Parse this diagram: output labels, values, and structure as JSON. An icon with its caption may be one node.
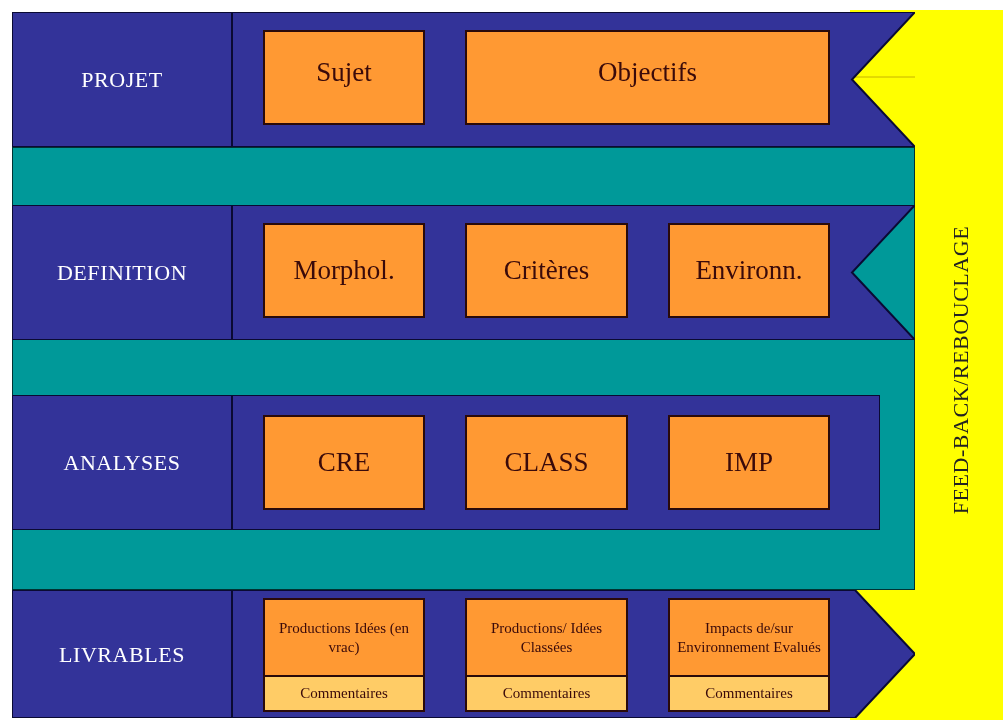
{
  "diagram": {
    "nodes": [
      {
        "text": [
          "PROJET"
        ]
      },
      {
        "text": [
          "Sujet"
        ],
        "in": 0
      },
      {
        "text": [
          "Objectifs"
        ],
        "in": 0
      },
      {
        "text": [
          "DEFINITION"
        ]
      },
      {
        "text": [
          "Morphol."
        ],
        "in": 3
      },
      {
        "text": [
          "Critères"
        ],
        "in": 3
      },
      {
        "text": [
          "Environn."
        ],
        "in": 3
      },
      {
        "text": [
          "ANALYSES"
        ]
      },
      {
        "text": [
          "CRE"
        ],
        "in": 7
      },
      {
        "text": [
          "CLASS"
        ],
        "in": 7
      },
      {
        "text": [
          "IMP"
        ],
        "in": 7
      },
      {
        "text": [
          "LIVRABLES"
        ]
      },
      {
        "text": [
          "Productions Idées (en vrac)",
          "Commentaires"
        ],
        "in": 11
      },
      {
        "text": [
          "Productions/ Idées Classées",
          "Commentaires"
        ],
        "in": 11
      },
      {
        "text": [
          "Impacts de/sur Environnement Evalués",
          "Commentaires"
        ],
        "in": 11
      },
      {
        "text": [
          "FEED-BACK/REBOUCLAGE"
        ]
      }
    ]
  }
}
